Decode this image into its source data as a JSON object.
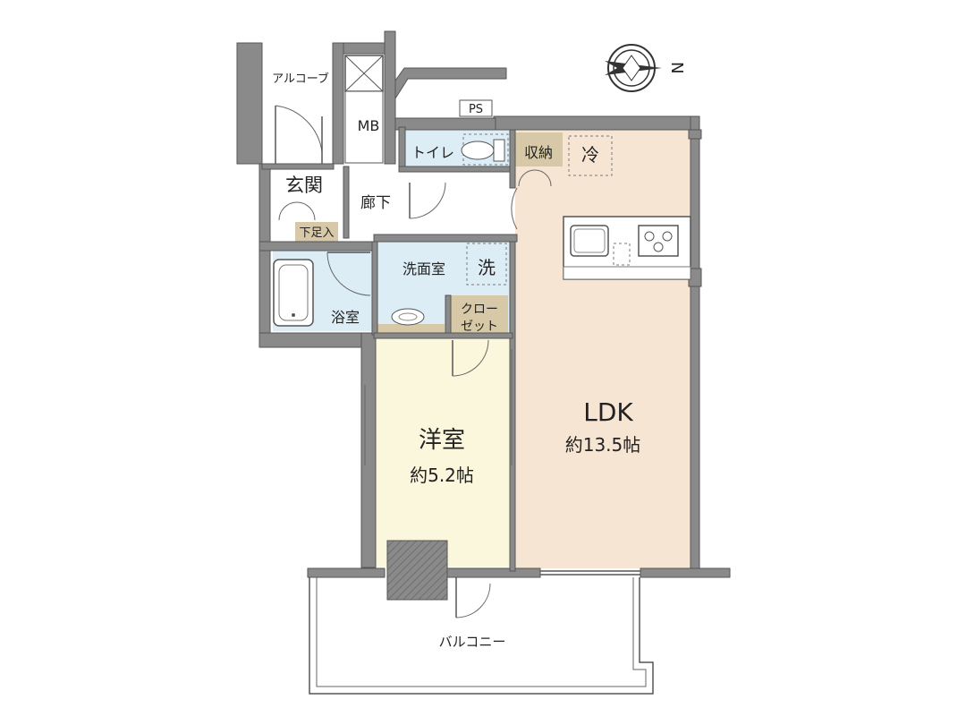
{
  "colors": {
    "ldk": "#f7e5d4",
    "bedroom": "#fbf7dd",
    "wet_area": "#dcedf6",
    "storage": "#d7c9a8",
    "wall": "#8a8a8a",
    "corridor": "#ffffff"
  },
  "rooms": {
    "ldk_name": "LDK",
    "ldk_size": "約13.5帖",
    "bedroom_name": "洋室",
    "bedroom_size": "約5.2帖",
    "genkan": "玄関",
    "rouka": "廊下",
    "toilet": "トイレ",
    "shuno": "収納",
    "rei": "冷",
    "senmenshitsu": "洗面室",
    "sen": "洗",
    "yokushitsu": "浴室",
    "closet_line1": "クロー",
    "closet_line2": "ゼット",
    "shoebox": "下足入",
    "mb": "MB",
    "ps": "PS",
    "alcove": "アルコーブ",
    "balcony": "バルコニー"
  },
  "compass": {
    "label": "N",
    "icon": "compass-north-icon"
  }
}
